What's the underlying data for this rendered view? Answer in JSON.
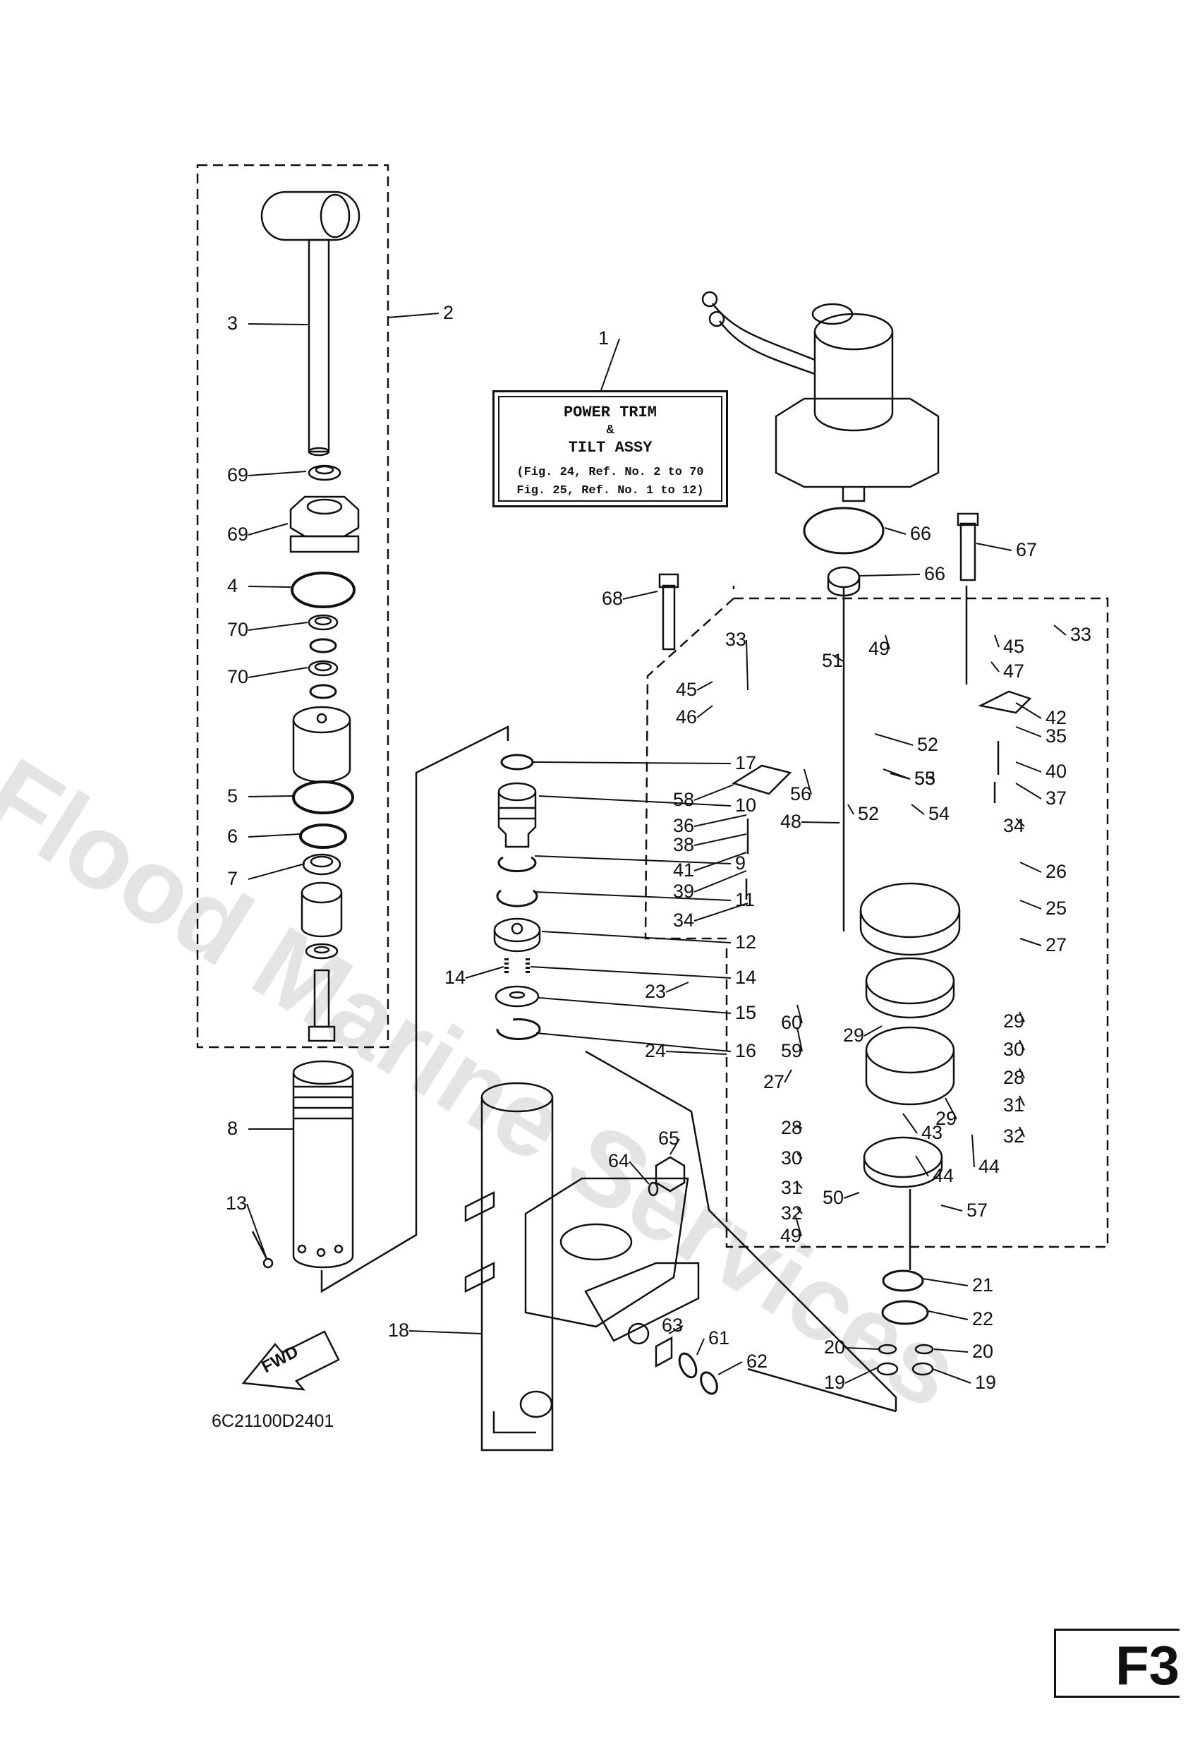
{
  "title_box": {
    "line1": "POWER TRIM",
    "line2": "&",
    "line3": "TILT ASSY",
    "ref1": "(Fig. 24, Ref. No. 2 to 70",
    "ref2": "Fig. 25, Ref. No. 1 to 12)"
  },
  "watermark": "Flood Marine Services",
  "drawing_code": "6C21100D2401",
  "fwd_label": "FWD",
  "figure_id": "F3",
  "callouts": [
    "1",
    "2",
    "3",
    "4",
    "5",
    "6",
    "7",
    "8",
    "9",
    "10",
    "11",
    "12",
    "13",
    "14",
    "14",
    "15",
    "16",
    "17",
    "18",
    "19",
    "19",
    "20",
    "20",
    "21",
    "22",
    "23",
    "24",
    "25",
    "26",
    "27",
    "27",
    "28",
    "28",
    "29",
    "29",
    "29",
    "30",
    "30",
    "31",
    "31",
    "32",
    "32",
    "33",
    "33",
    "34",
    "34",
    "35",
    "36",
    "37",
    "38",
    "39",
    "40",
    "41",
    "42",
    "43",
    "44",
    "44",
    "45",
    "45",
    "46",
    "47",
    "48",
    "49",
    "49",
    "50",
    "51",
    "52",
    "52",
    "53",
    "54",
    "55",
    "56",
    "57",
    "58",
    "59",
    "60",
    "61",
    "62",
    "63",
    "64",
    "65",
    "66",
    "66",
    "67",
    "68",
    "69",
    "69",
    "70",
    "70"
  ]
}
